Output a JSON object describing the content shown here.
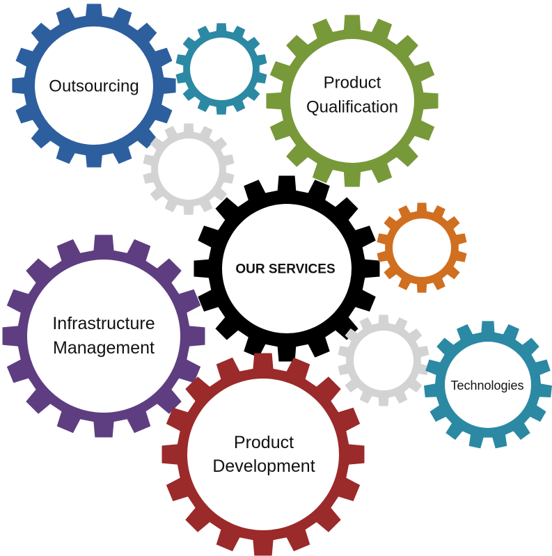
{
  "diagram": {
    "center": {
      "title": "OUR SERVICES",
      "color": "#000000"
    },
    "services": [
      {
        "id": "outsourcing",
        "lines": [
          "Outsourcing"
        ],
        "color": "#2d5f9e"
      },
      {
        "id": "product-qualification",
        "lines": [
          "Product",
          "Qualification"
        ],
        "color": "#77993a"
      },
      {
        "id": "infrastructure-management",
        "lines": [
          "Infrastructure",
          "Management"
        ],
        "color": "#5e3e80"
      },
      {
        "id": "product-development",
        "lines": [
          "Product",
          "Development"
        ],
        "color": "#9b2a2a"
      },
      {
        "id": "technologies",
        "lines": [
          "Technologies"
        ],
        "color": "#2b89a3"
      }
    ],
    "accent_gears": [
      {
        "id": "small-teal",
        "color": "#2b89a3"
      },
      {
        "id": "small-gray-top",
        "color": "#d3d3d3"
      },
      {
        "id": "small-orange",
        "color": "#d06f20"
      },
      {
        "id": "small-gray-bottom",
        "color": "#d3d3d3"
      }
    ]
  }
}
